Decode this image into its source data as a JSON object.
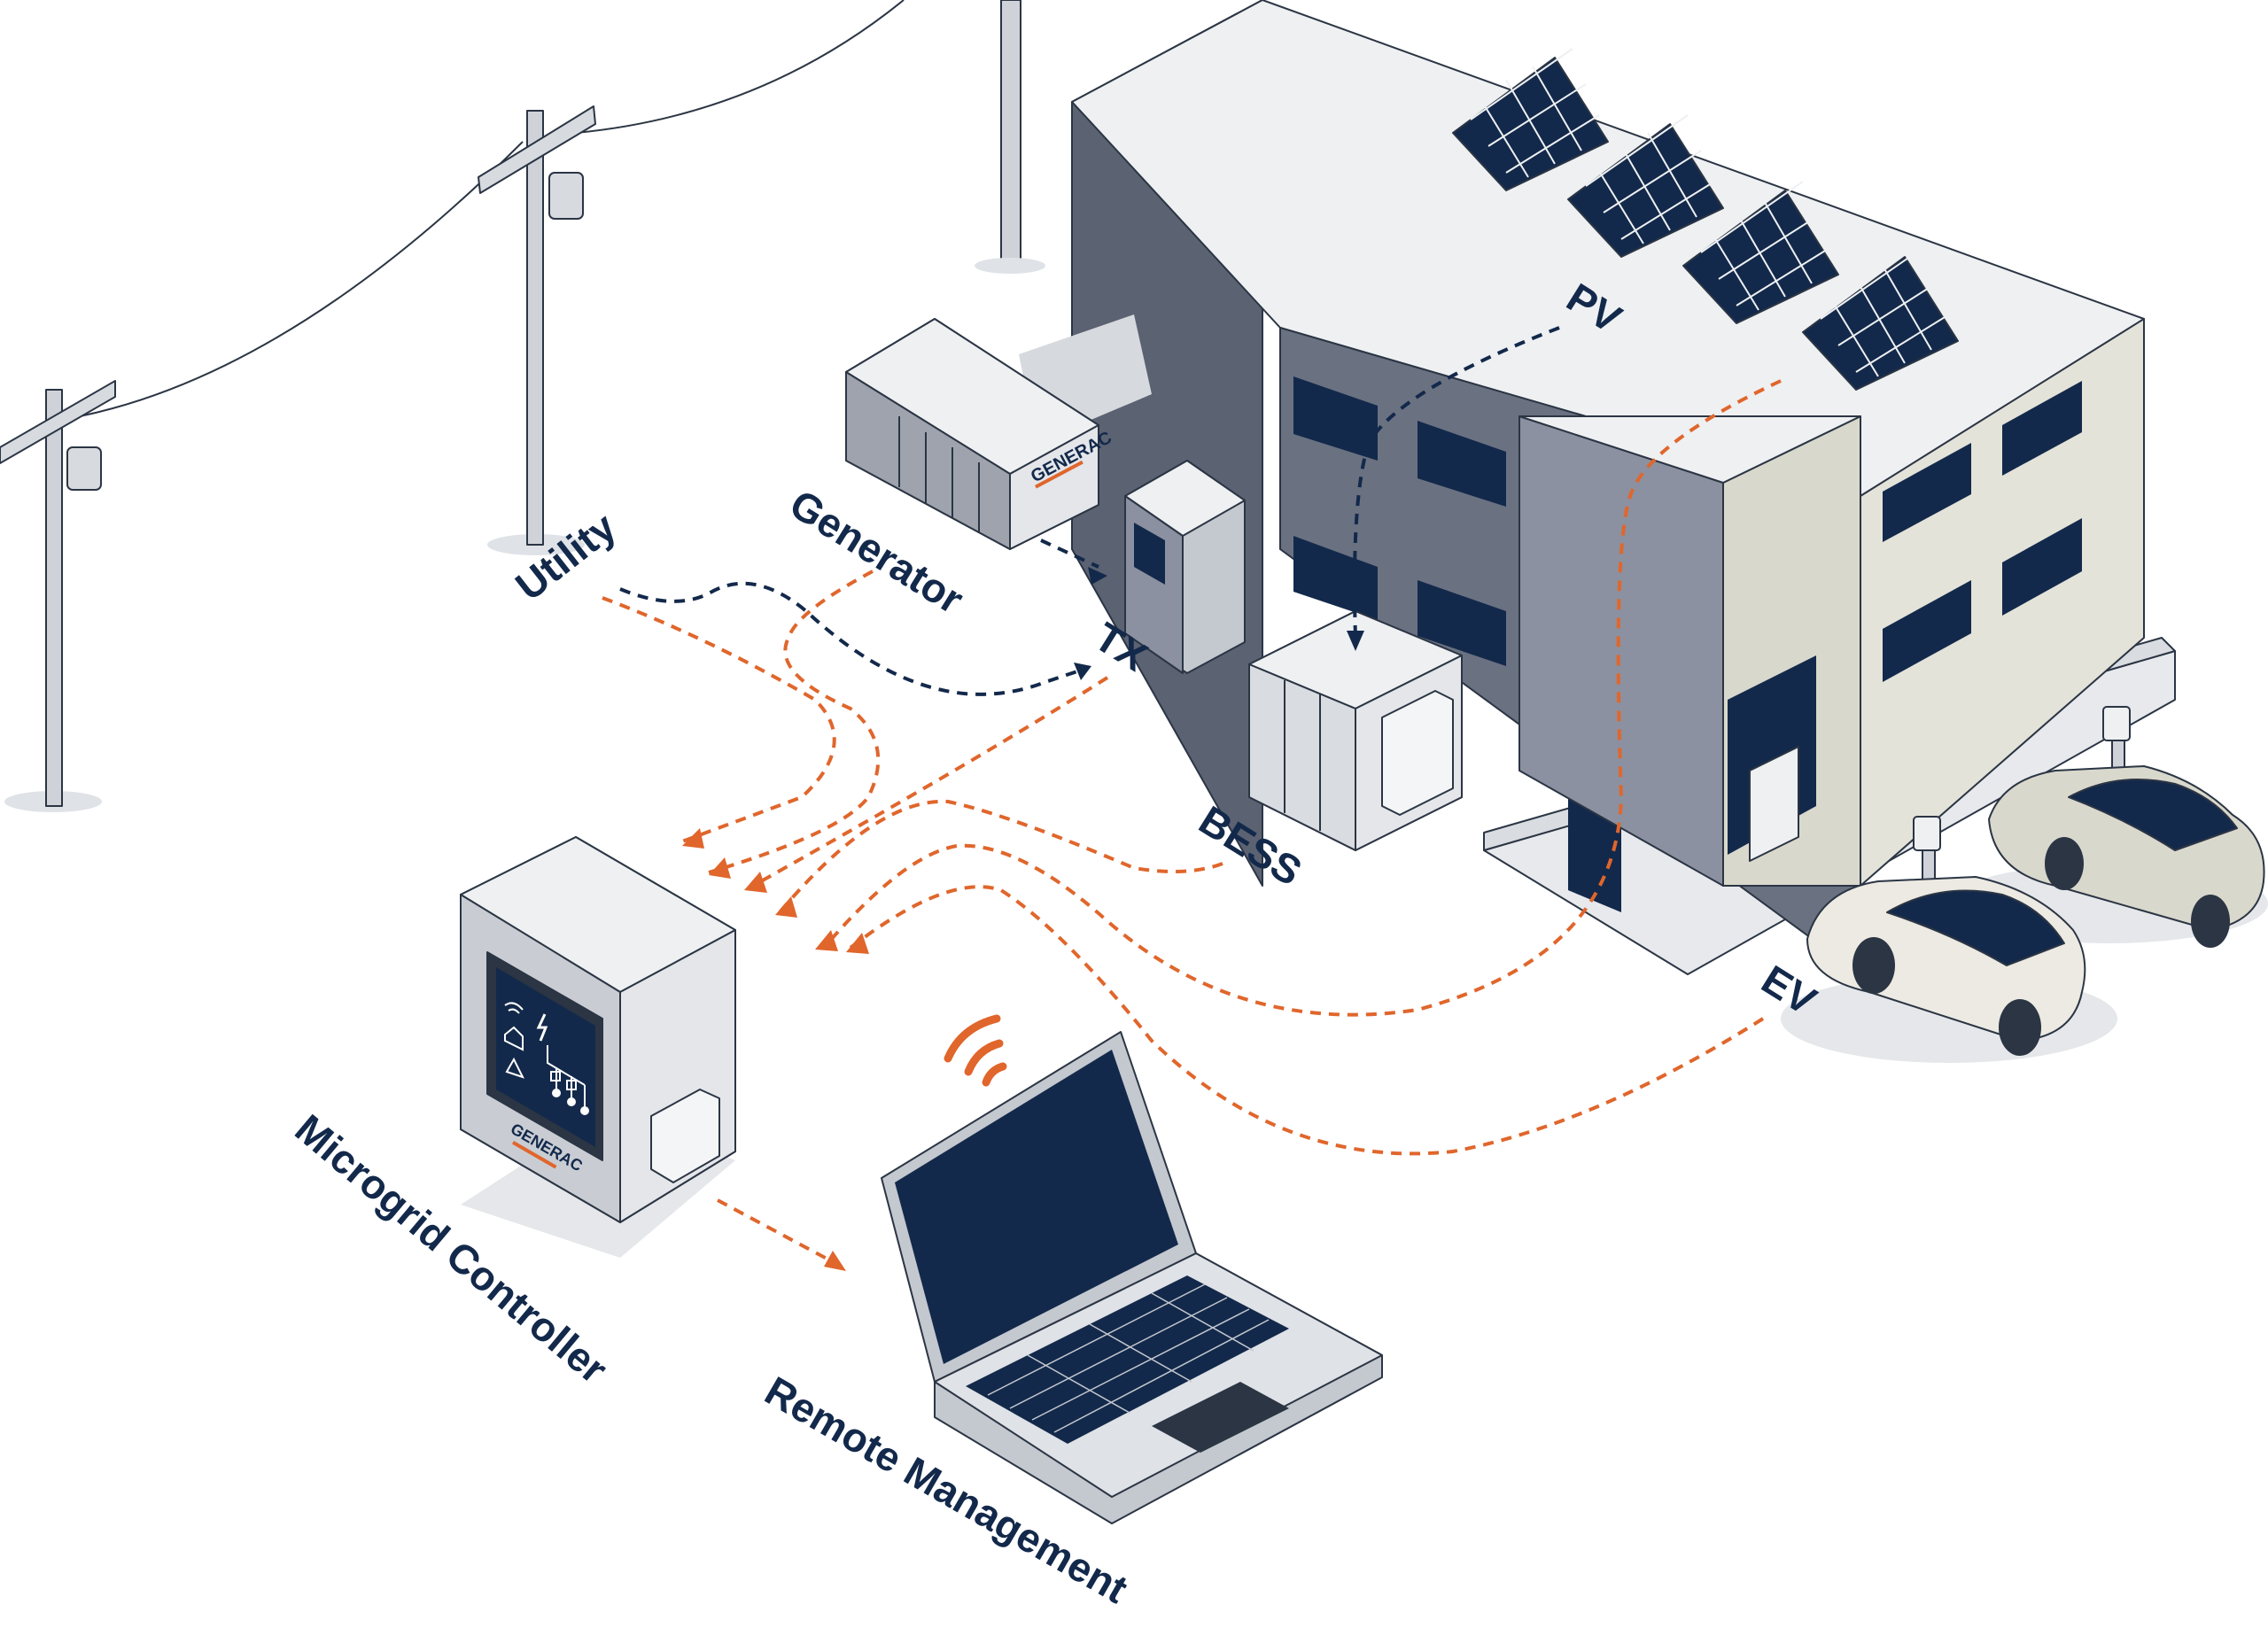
{
  "labels": {
    "utility": "Utility",
    "generator": "Generator",
    "tx": "TX",
    "pv": "PV",
    "bess": "BESS",
    "ev": "EV",
    "controller": "Microgrid Controller",
    "remote": "Remote Management"
  },
  "branding": {
    "generator_brand": "GENERAC",
    "controller_brand": "GENERAC"
  },
  "colors": {
    "navy": "#13294b",
    "orange": "#e0662c",
    "building_light": "#eef0f2",
    "building_dark": "#5b6272",
    "shadow": "#d6d9de"
  },
  "icons": {
    "wifi": "wifi-signal-icon",
    "bolt": "lightning-bolt-icon",
    "warning": "warning-triangle-icon",
    "home": "home-icon",
    "network": "network-tree-icon"
  }
}
